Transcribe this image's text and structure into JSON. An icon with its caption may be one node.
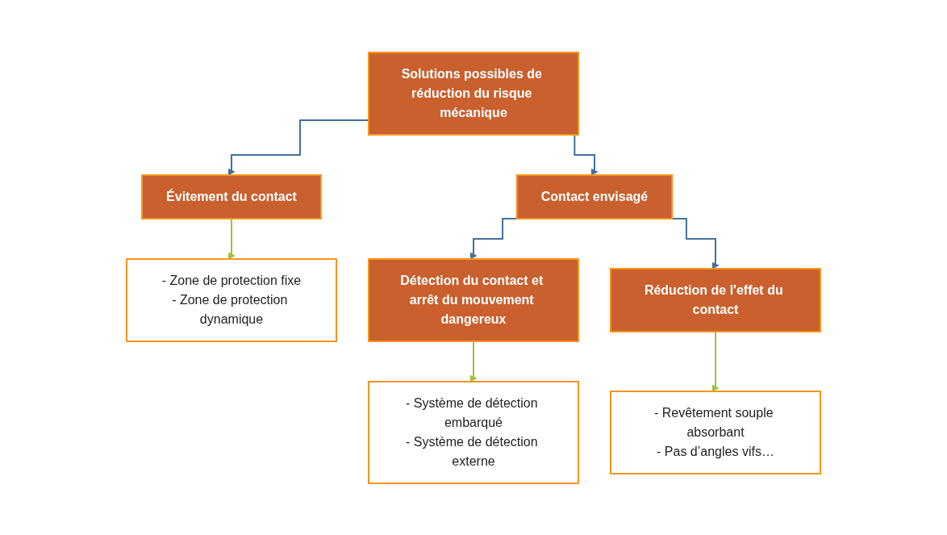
{
  "diagram": {
    "nodes": [
      {
        "text": [
          "Solutions possibles de réduction du risque mécanique"
        ]
      },
      {
        "text": [
          "Évitement du contact"
        ]
      },
      {
        "text": [
          "Contact envisagé"
        ]
      },
      {
        "text": [
          "- Zone de protection fixe",
          "- Zone de protection dynamique"
        ]
      },
      {
        "text": [
          "Détection du contact et arrêt du mouvement dangereux"
        ]
      },
      {
        "text": [
          "Réduction de l'effet du contact"
        ]
      },
      {
        "text": [
          "- Système de détection embarqué",
          "- Système de détection externe"
        ]
      },
      {
        "text": [
          "- Revêtement souple absorbant",
          "- Pas d’angles vifs…"
        ]
      }
    ],
    "edges": [
      {
        "from": 0,
        "to": 1,
        "arrow": "to"
      },
      {
        "from": 0,
        "to": 2,
        "arrow": "to"
      },
      {
        "from": 1,
        "to": 3,
        "arrow": "to",
        "color": "#9bc43a"
      },
      {
        "from": 2,
        "to": 4,
        "arrow": "to"
      },
      {
        "from": 2,
        "to": 5,
        "arrow": "to"
      },
      {
        "from": 4,
        "to": 6,
        "arrow": "to",
        "color": "#9bc43a"
      },
      {
        "from": 5,
        "to": 7,
        "arrow": "to",
        "color": "#9bc43a"
      }
    ]
  }
}
